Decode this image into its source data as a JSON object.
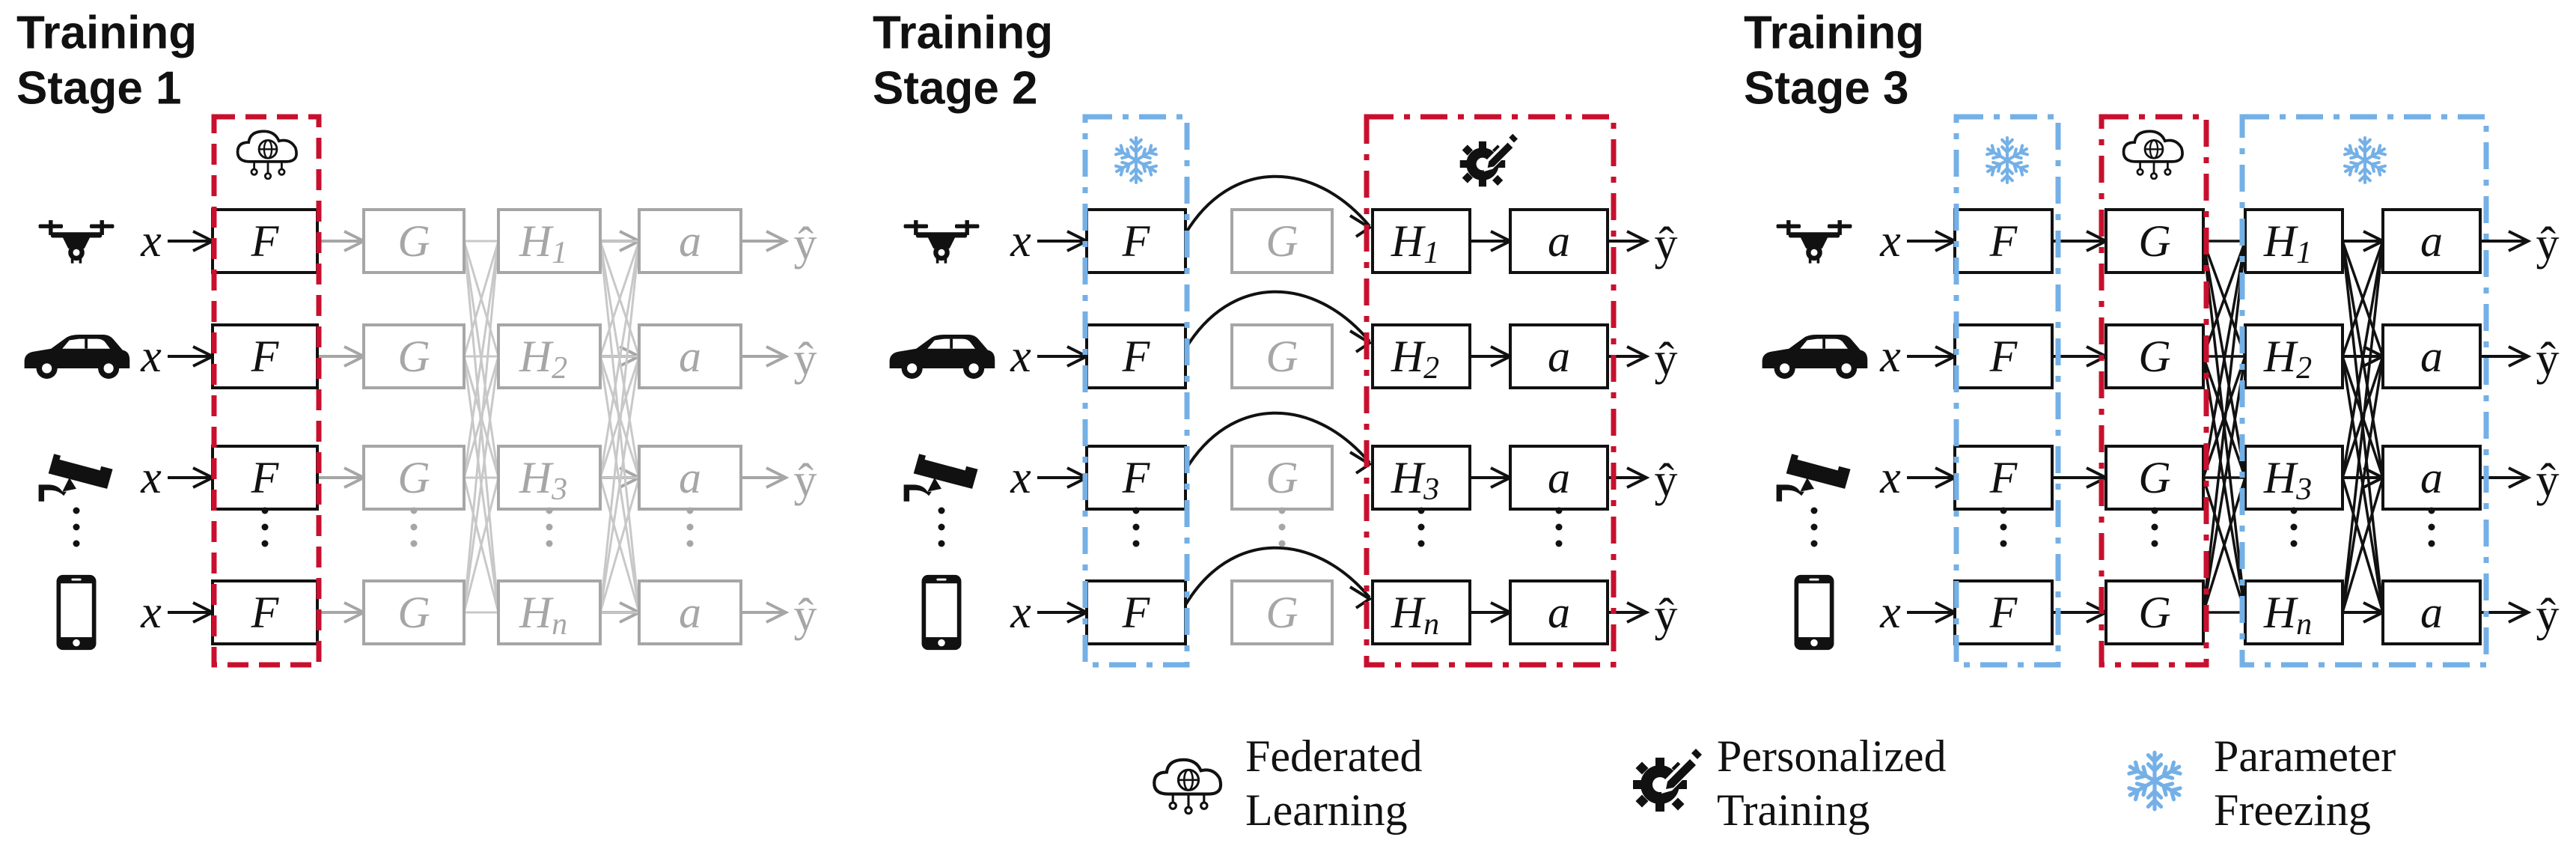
{
  "colors": {
    "black": "#111111",
    "gray": "#a6a6a6",
    "federated_red": "#c8102e",
    "frozen_blue": "#74b0e6"
  },
  "stages": [
    {
      "title_line1": "Training",
      "title_line2": "Stage 1",
      "modules": {
        "F": "F",
        "G": "G",
        "H": "H",
        "a": "a"
      },
      "state": {
        "F": "trained-federated",
        "G": "inactive",
        "H": "inactive",
        "a": "inactive"
      }
    },
    {
      "title_line1": "Training",
      "title_line2": "Stage 2",
      "modules": {
        "F": "F",
        "G": "G",
        "H": "H",
        "a": "a"
      },
      "state": {
        "F": "frozen",
        "G": "inactive",
        "H": "trained-personalized",
        "a": "trained-personalized"
      }
    },
    {
      "title_line1": "Training",
      "title_line2": "Stage 3",
      "modules": {
        "F": "F",
        "G": "G",
        "H": "H",
        "a": "a"
      },
      "state": {
        "F": "frozen",
        "G": "trained-federated",
        "H": "frozen",
        "a": "frozen"
      }
    }
  ],
  "rows": [
    {
      "device_icon": "drone-icon",
      "input": "x",
      "h_sub": "1",
      "output": "ŷ"
    },
    {
      "device_icon": "car-icon",
      "input": "x",
      "h_sub": "2",
      "output": "ŷ"
    },
    {
      "device_icon": "security-camera-icon",
      "input": "x",
      "h_sub": "3",
      "output": "ŷ"
    },
    {
      "device_icon": "smartphone-icon",
      "input": "x",
      "h_sub": "n",
      "output": "ŷ"
    }
  ],
  "legend": [
    {
      "icon": "federated-cloud-icon",
      "line1": "Federated",
      "line2": "Learning"
    },
    {
      "icon": "personalized-gear-pencil-icon",
      "line1": "Personalized",
      "line2": "Training"
    },
    {
      "icon": "snowflake-icon",
      "line1": "Parameter",
      "line2": "Freezing"
    }
  ]
}
